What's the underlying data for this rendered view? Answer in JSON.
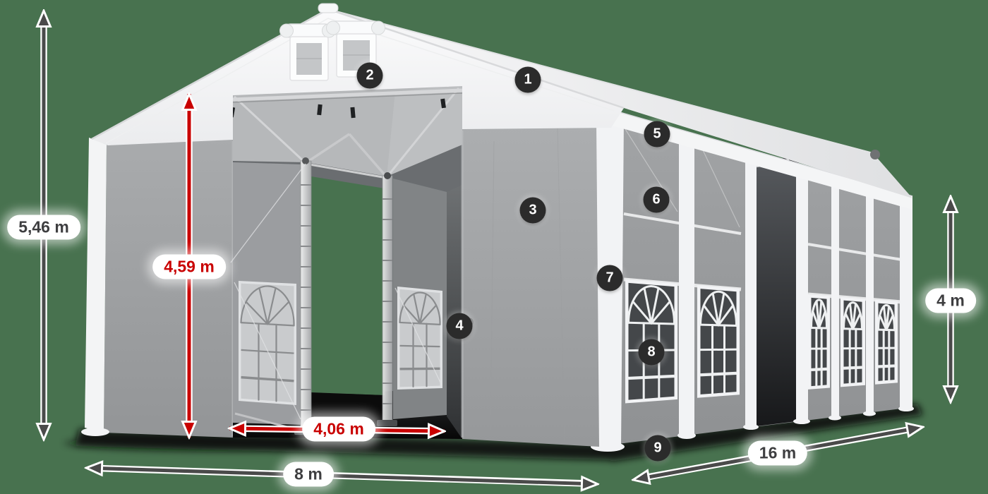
{
  "dimension_labels": {
    "total_height": "5,46 m",
    "entrance_height": "4,59 m",
    "entrance_width": "4,06 m",
    "width": "8 m",
    "length": "16 m",
    "side_height": "4 m"
  },
  "callouts": [
    "1",
    "2",
    "3",
    "4",
    "5",
    "6",
    "7",
    "8",
    "9"
  ],
  "colors": {
    "background": "#48724F",
    "dimension_red": "#C90000",
    "dimension_gray": "#4A4A4A",
    "label_text": "#3E3E40",
    "callout_background": "#2B2B2B",
    "tent_white": "#F4F5F6",
    "tent_wall_gray": "#9B9DA0"
  }
}
